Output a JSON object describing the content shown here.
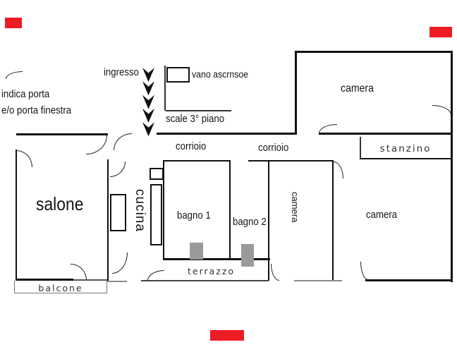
{
  "legend": {
    "door_note_line1": "indica porta",
    "door_note_line2": "e/o porta finestra"
  },
  "entrance": {
    "label": "ingresso"
  },
  "elevator": {
    "label": "vano ascrnsoe"
  },
  "stairs": {
    "label": "scale 3° piano"
  },
  "corridor1": {
    "label": "corrioio"
  },
  "corridor2": {
    "label": "corrioio"
  },
  "rooms": {
    "salone": {
      "label": "salone"
    },
    "cucina": {
      "label": "cucina"
    },
    "bagno1": {
      "label": "bagno 1"
    },
    "bagno2": {
      "label": "bagno 2"
    },
    "camera_top": {
      "label": "camera"
    },
    "camera_mid": {
      "label": "camera"
    },
    "camera_right": {
      "label": "camera"
    },
    "stanzino": {
      "label": "stanzino"
    },
    "terrazzo": {
      "label": "terrazzo"
    },
    "balcone": {
      "label": "balcone"
    }
  },
  "colors": {
    "wall": "#111111",
    "fixture_gray": "#9a9a9a",
    "light_line": "#8a8a8a",
    "redaction_red": "#ee1c24"
  }
}
